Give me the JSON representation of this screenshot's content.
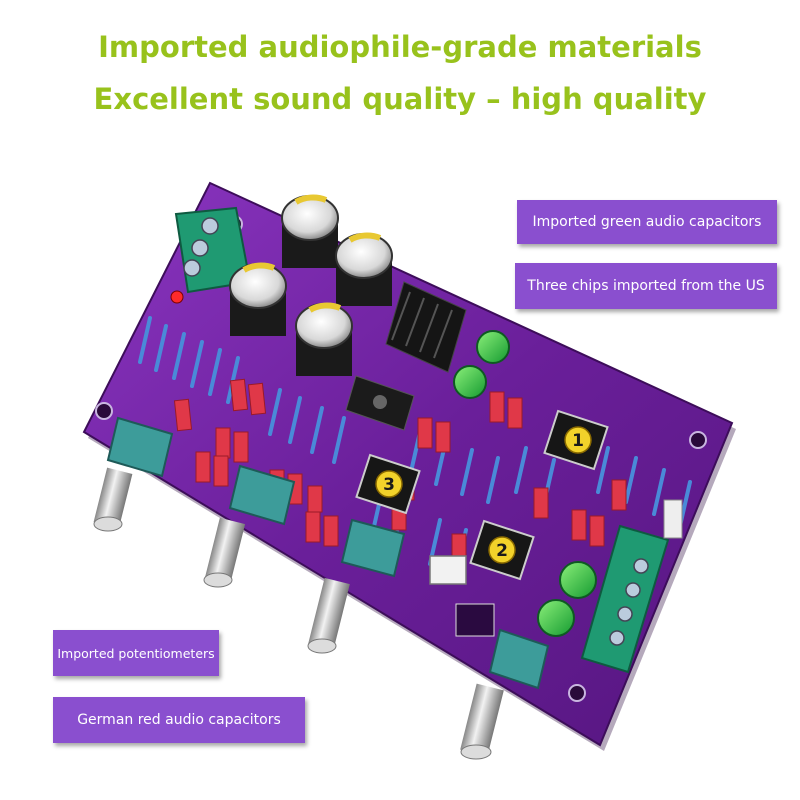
{
  "headline": {
    "line1": "Imported audiophile-grade materials",
    "line2": "Excellent sound quality  –  high quality"
  },
  "callouts": {
    "capacitors_green": "Imported green audio capacitors",
    "chips": "Three chips imported from the US",
    "potentiometers": "Imported potentiometers",
    "capacitors_red": "German red audio capacitors"
  },
  "chip_markers": [
    "1",
    "2",
    "3"
  ],
  "colors": {
    "headline": "#98c21c",
    "callout_bg": "#8a4fcf",
    "pcb": "#6a1f9a",
    "chip_marker": "#f2d22a",
    "red_capacitor": "#e03848",
    "green_capacitor": "#2ec04a"
  }
}
